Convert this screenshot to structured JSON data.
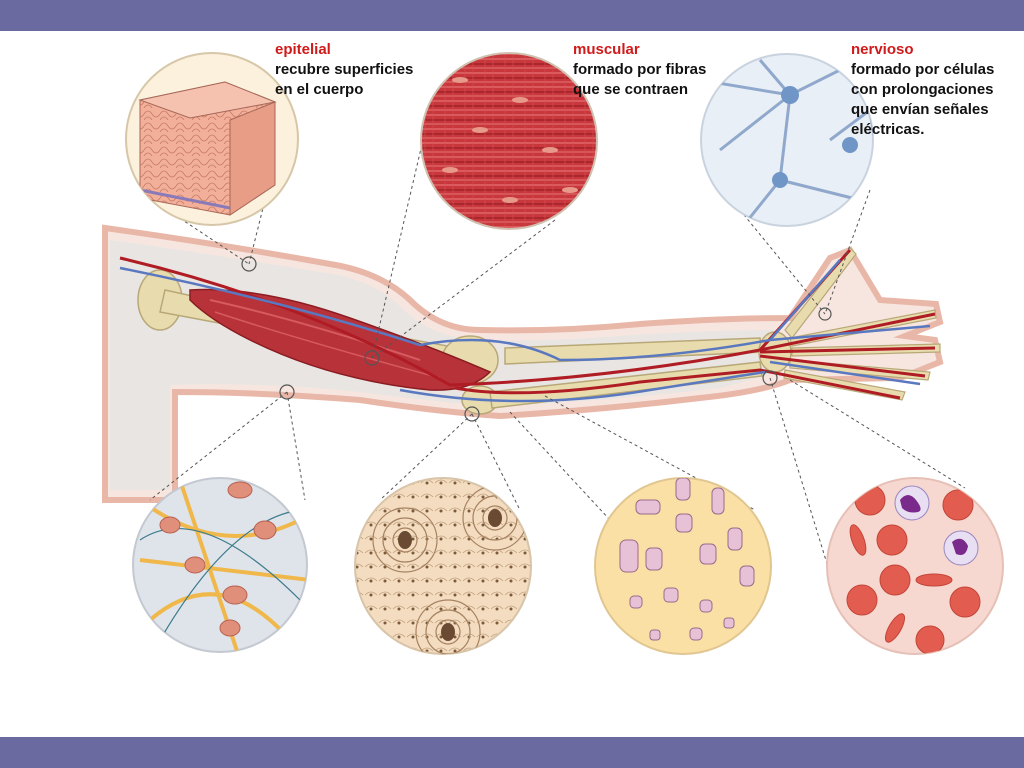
{
  "colors": {
    "frame_bar": "#6a6aa0",
    "title_red": "#d11a1a",
    "muscle": "#b8323a",
    "artery": "#b01c24",
    "vein": "#5a78c0",
    "bone": "#e8dcae",
    "skin": "#f4d7cc"
  },
  "labels": {
    "epitelial": {
      "title": "epitelial",
      "lines": [
        "recubre superficies",
        "en el cuerpo"
      ]
    },
    "muscular": {
      "title": "muscular",
      "lines": [
        "formado por fibras",
        "que se contraen"
      ]
    },
    "nervioso": {
      "title": "nervioso",
      "lines": [
        "formado por células",
        "con prolongaciones",
        "que envían señales",
        "eléctricas."
      ]
    }
  },
  "insets": [
    {
      "id": "epithelial-tissue",
      "kind": "epitelial"
    },
    {
      "id": "muscle-tissue",
      "kind": "muscular"
    },
    {
      "id": "nerve-tissue",
      "kind": "nervioso"
    },
    {
      "id": "connective-tissue",
      "kind": "conectivo"
    },
    {
      "id": "bone-tissue",
      "kind": "óseo"
    },
    {
      "id": "cartilage-tissue",
      "kind": "cartílago"
    },
    {
      "id": "blood-tissue",
      "kind": "sangre"
    }
  ]
}
